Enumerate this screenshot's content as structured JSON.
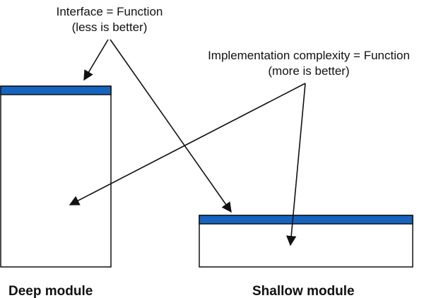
{
  "annotations": {
    "interface": {
      "line1": "Interface = Function",
      "line2": "(less is better)"
    },
    "implementation": {
      "line1": "Implementation complexity = Function",
      "line2": "(more is better)"
    }
  },
  "modules": {
    "deep": {
      "label": "Deep module"
    },
    "shallow": {
      "label": "Shallow module"
    }
  },
  "colors": {
    "interface_bar": "#1565c0",
    "outline": "#111111"
  }
}
